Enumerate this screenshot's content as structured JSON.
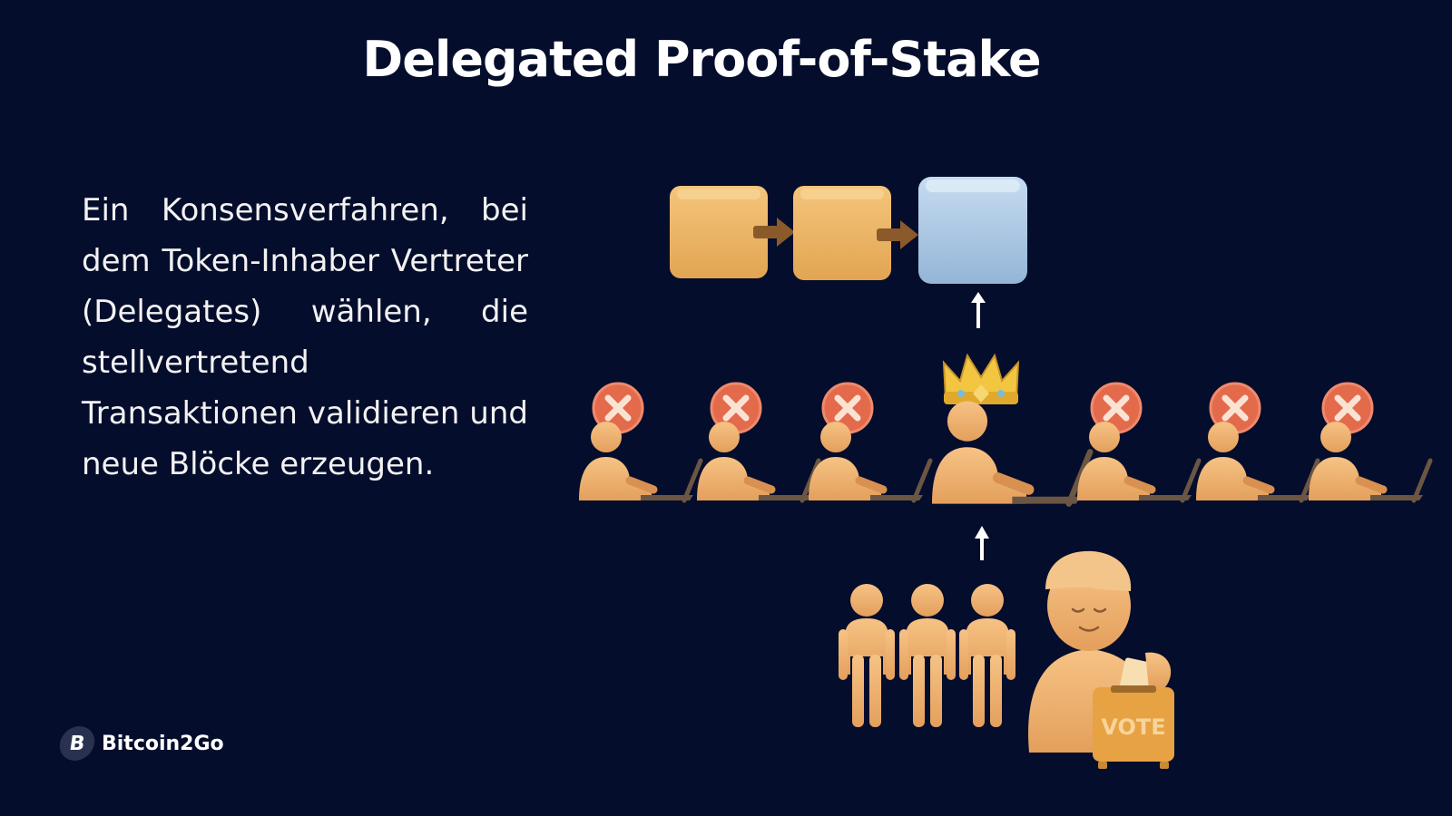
{
  "title": "Delegated Proof-of-Stake",
  "description": "Ein Konsensverfahren, bei dem Token-Inhaber Vertreter (Delegates) wählen, die stellvertretend Transaktionen validieren und neue Blöcke erzeugen.",
  "logo": {
    "text": "Bitcoin2Go",
    "mark": "B"
  },
  "ballot_box": {
    "label": "VOTE"
  },
  "colors": {
    "background": "#050d2c",
    "block_gold": "#eab566",
    "block_new": "#a9c8e6",
    "figure": "#efb06e",
    "reject_red": "#e46a4c",
    "crown": "#f3c641"
  },
  "icons": [
    "block-icon",
    "chain-arrow-icon",
    "crown-icon",
    "reject-x-icon",
    "delegate-laptop-icon",
    "voter-icon",
    "ballot-box-icon",
    "up-arrow-icon"
  ]
}
